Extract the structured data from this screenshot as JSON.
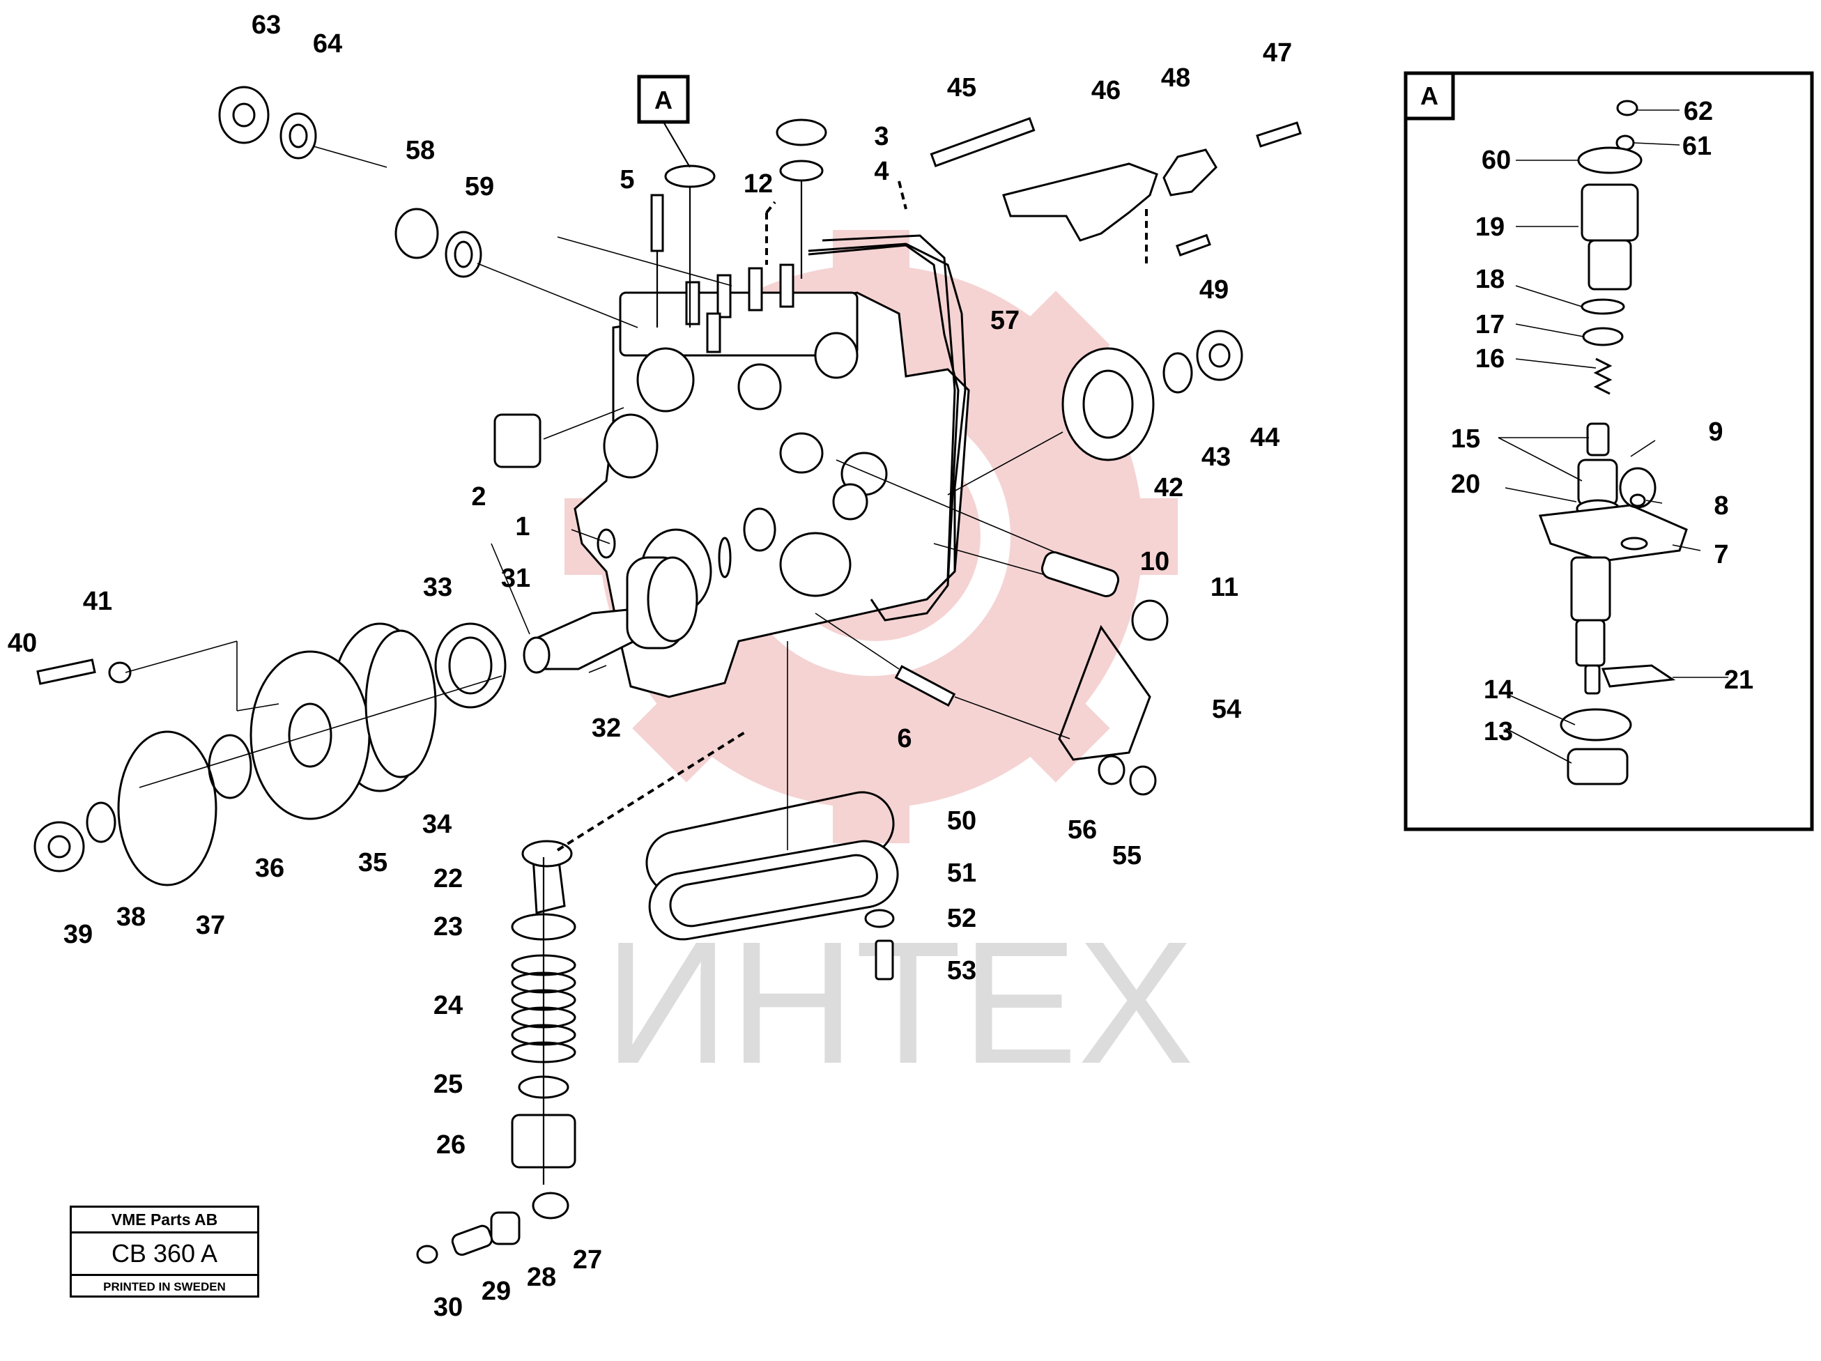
{
  "diagram": {
    "detail_tag": "A",
    "watermark_text": "ИНТЕХ",
    "watermark_color": "#f2c6c6",
    "callouts": [
      "1",
      "2",
      "3",
      "4",
      "5",
      "6",
      "7",
      "8",
      "9",
      "10",
      "11",
      "12",
      "13",
      "14",
      "15",
      "16",
      "17",
      "18",
      "19",
      "20",
      "21",
      "22",
      "23",
      "24",
      "25",
      "26",
      "27",
      "28",
      "29",
      "30",
      "31",
      "32",
      "33",
      "34",
      "35",
      "36",
      "37",
      "38",
      "39",
      "40",
      "41",
      "42",
      "43",
      "44",
      "45",
      "46",
      "47",
      "48",
      "49",
      "50",
      "51",
      "52",
      "53",
      "54",
      "55",
      "56",
      "57",
      "58",
      "59",
      "60",
      "61",
      "62",
      "63",
      "64"
    ]
  },
  "title_block": {
    "company": "VME Parts AB",
    "code": "CB 360 A",
    "printed": "PRINTED IN SWEDEN"
  }
}
